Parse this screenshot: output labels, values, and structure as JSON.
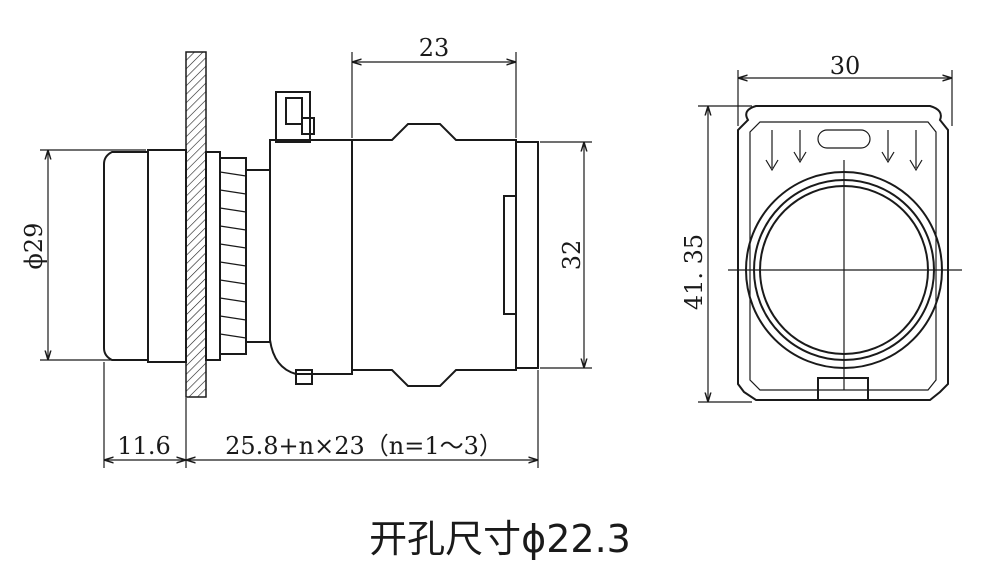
{
  "side_view": {
    "dim_top": "23",
    "dim_height": "32",
    "dim_diameter": "ϕ29",
    "dim_front_len": "11.6",
    "dim_body_len": "25.8+n×23（n=1～3）"
  },
  "front_view": {
    "dim_width": "30",
    "dim_height": "41. 35"
  },
  "caption": "开孔尺寸ϕ22.3"
}
